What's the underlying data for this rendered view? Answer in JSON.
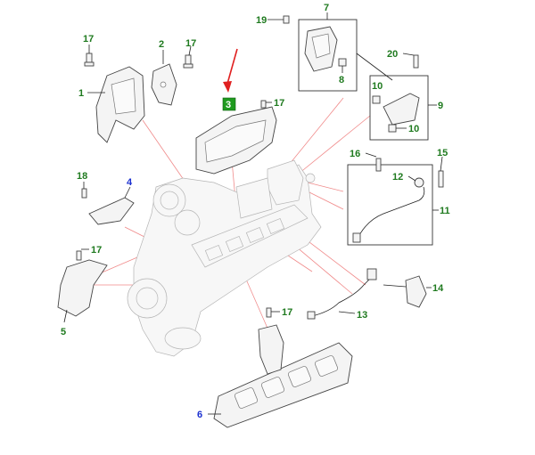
{
  "diagram": {
    "accent_arrow_color": "#e02020",
    "highlight_box_color": "#1f9a1f",
    "callout_green_color": "#1f7a1f",
    "callout_blue_color": "#1a2fd0",
    "leader_pink_color": "#f08a8a",
    "callouts": {
      "c1": "1",
      "c2": "2",
      "c3": "3",
      "c4": "4",
      "c5": "5",
      "c6": "6",
      "c7": "7",
      "c8": "8",
      "c9": "9",
      "c10a": "10",
      "c10b": "10",
      "c11": "11",
      "c12": "12",
      "c13": "13",
      "c14": "14",
      "c15": "15",
      "c16": "16",
      "c17a": "17",
      "c17b": "17",
      "c17c": "17",
      "c17d": "17",
      "c17e": "17",
      "c18": "18",
      "c19": "19",
      "c20": "20"
    }
  }
}
